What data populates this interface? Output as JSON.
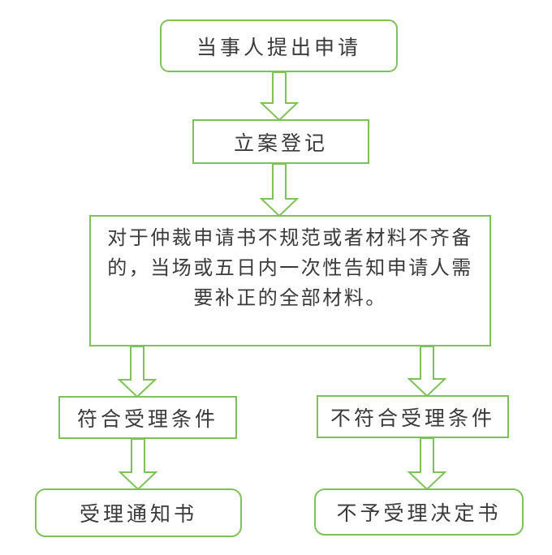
{
  "colors": {
    "shape_green": "#7EC15B",
    "text_color": "#3A3A3A",
    "background": "#FFFFFF"
  },
  "icons": {
    "connector": "down-block-arrow-icon"
  },
  "flowchart": {
    "nodes": {
      "apply": {
        "label": "当事人提出申请",
        "shape": "rounded-rectangle"
      },
      "register": {
        "label": "立案登记",
        "shape": "rectangle"
      },
      "notice": {
        "shape": "rectangle",
        "text": "对于仲裁申请书不规范或者材料不齐备的，当场或五日内一次性告知申请人需要补正的全部材料。",
        "lines": [
          "对于仲裁申请书不规范或者材料不齐备",
          "的，当场或五日内一次性告知申请人需",
          "要补正的全部材料。"
        ]
      },
      "eligible": {
        "label": "符合受理条件",
        "shape": "rectangle"
      },
      "not_eligible": {
        "label": "不符合受理条件",
        "shape": "rectangle"
      },
      "acceptance": {
        "label": "受理通知书",
        "shape": "rounded-rectangle"
      },
      "rejection": {
        "label": "不予受理决定书",
        "shape": "rounded-rectangle"
      }
    },
    "edges": [
      {
        "from": "apply",
        "to": "register"
      },
      {
        "from": "register",
        "to": "notice"
      },
      {
        "from": "notice",
        "to": "eligible"
      },
      {
        "from": "notice",
        "to": "not_eligible"
      },
      {
        "from": "eligible",
        "to": "acceptance"
      },
      {
        "from": "not_eligible",
        "to": "rejection"
      }
    ]
  }
}
